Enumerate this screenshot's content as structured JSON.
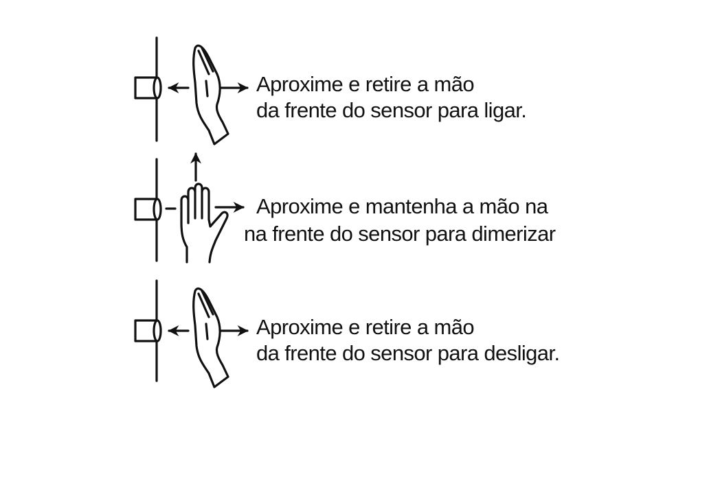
{
  "steps": [
    {
      "line1": "Aproxime e retire a mão",
      "line2": "da frente do sensor para ligar.",
      "icon": "swipe-hand-icon"
    },
    {
      "line1": "Aproxime e mantenha a mão na",
      "line2": "na frente do sensor para dimerizar",
      "icon": "hold-hand-icon"
    },
    {
      "line1": "Aproxime e retire a mão",
      "line2": "da frente do sensor para desligar.",
      "icon": "swipe-hand-icon"
    }
  ],
  "colors": {
    "ink": "#111111",
    "background": "#ffffff"
  }
}
